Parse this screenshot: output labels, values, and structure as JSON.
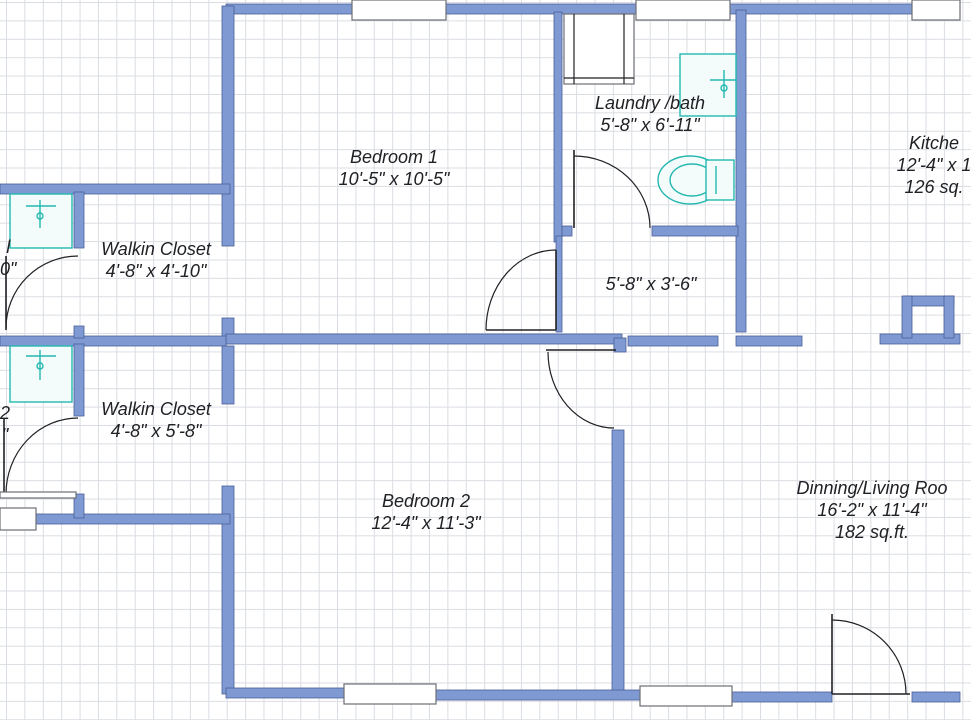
{
  "rooms": {
    "bedroom1": {
      "name": "Bedroom 1",
      "dims": "10'-5\" x 10'-5\""
    },
    "laundry": {
      "name": "Laundry /bath",
      "dims": "5'-8\" x 6'-11\""
    },
    "hall": {
      "dims": "5'-8\" x 3'-6\""
    },
    "kitchen": {
      "name": "Kitche",
      "dims": "12'-4\" x 1",
      "area": "126 sq."
    },
    "closet1": {
      "name": "Walkin Closet",
      "dims": "4'-8\" x 4'-10\""
    },
    "closet2": {
      "name": "Walkin Closet",
      "dims": "4'-8\" x 5'-8\""
    },
    "bedroom2": {
      "name": "Bedroom 2",
      "dims": "12'-4\" x 11'-3\""
    },
    "living": {
      "name": "Dinning/Living Roo",
      "dims": "16'-2\" x 11'-4\"",
      "area": "182 sq.ft."
    },
    "left_bath1": {
      "name": "l",
      "dims": "0\""
    },
    "left_bath2": {
      "name": "2",
      "dims": "\""
    }
  },
  "colors": {
    "wall": "#7f99d2",
    "fixture": "#25b8b0",
    "grid": "#dadde3"
  }
}
